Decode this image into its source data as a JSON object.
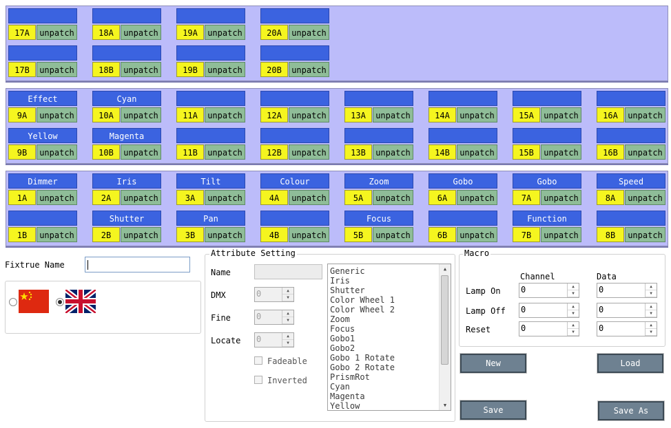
{
  "patch_label": "unpatch",
  "band1": {
    "rowA": [
      {
        "name": "",
        "ch": "17A"
      },
      {
        "name": "",
        "ch": "18A"
      },
      {
        "name": "",
        "ch": "19A"
      },
      {
        "name": "",
        "ch": "20A"
      }
    ],
    "rowB": [
      {
        "name": "",
        "ch": "17B"
      },
      {
        "name": "",
        "ch": "18B"
      },
      {
        "name": "",
        "ch": "19B"
      },
      {
        "name": "",
        "ch": "20B"
      }
    ]
  },
  "band2": {
    "rowA": [
      {
        "name": "Effect",
        "ch": "9A"
      },
      {
        "name": "Cyan",
        "ch": "10A"
      },
      {
        "name": "",
        "ch": "11A"
      },
      {
        "name": "",
        "ch": "12A"
      },
      {
        "name": "",
        "ch": "13A"
      },
      {
        "name": "",
        "ch": "14A"
      },
      {
        "name": "",
        "ch": "15A"
      },
      {
        "name": "",
        "ch": "16A"
      }
    ],
    "rowB": [
      {
        "name": "Yellow",
        "ch": "9B"
      },
      {
        "name": "Magenta",
        "ch": "10B"
      },
      {
        "name": "",
        "ch": "11B"
      },
      {
        "name": "",
        "ch": "12B"
      },
      {
        "name": "",
        "ch": "13B"
      },
      {
        "name": "",
        "ch": "14B"
      },
      {
        "name": "",
        "ch": "15B"
      },
      {
        "name": "",
        "ch": "16B"
      }
    ]
  },
  "band3": {
    "rowA": [
      {
        "name": "Dimmer",
        "ch": "1A"
      },
      {
        "name": "Iris",
        "ch": "2A"
      },
      {
        "name": "Tilt",
        "ch": "3A"
      },
      {
        "name": "Colour",
        "ch": "4A"
      },
      {
        "name": "Zoom",
        "ch": "5A"
      },
      {
        "name": "Gobo",
        "ch": "6A"
      },
      {
        "name": "Gobo",
        "ch": "7A"
      },
      {
        "name": "Speed",
        "ch": "8A"
      }
    ],
    "rowB": [
      {
        "name": "",
        "ch": "1B"
      },
      {
        "name": "Shutter",
        "ch": "2B"
      },
      {
        "name": "Pan",
        "ch": "3B"
      },
      {
        "name": "",
        "ch": "4B"
      },
      {
        "name": "Focus",
        "ch": "5B"
      },
      {
        "name": "",
        "ch": "6B"
      },
      {
        "name": "Function",
        "ch": "7B"
      },
      {
        "name": "",
        "ch": "8B"
      }
    ]
  },
  "fixture": {
    "label": "Fixtrue Name",
    "value": ""
  },
  "language": {
    "options": [
      "chinese-flag",
      "uk-flag"
    ],
    "selected": "uk-flag"
  },
  "attribute": {
    "title": "Attribute Setting",
    "name_label": "Name",
    "name_value": "",
    "dmx_label": "DMX",
    "dmx_value": "0",
    "fine_label": "Fine",
    "fine_value": "0",
    "locate_label": "Locate",
    "locate_value": "0",
    "fadeable_label": "Fadeable",
    "inverted_label": "Inverted",
    "list": [
      "Generic",
      "Iris",
      "Shutter",
      "Color Wheel 1",
      "Color Wheel 2",
      "Zoom",
      "Focus",
      "Gobo1",
      "Gobo2",
      "Gobo 1 Rotate",
      "Gobo 2 Rotate",
      "PrismRot",
      "Cyan",
      "Magenta",
      "Yellow"
    ]
  },
  "macro": {
    "title": "Macro",
    "channel_header": "Channel",
    "data_header": "Data",
    "rows": [
      {
        "label": "Lamp On",
        "channel": "0",
        "data": "0"
      },
      {
        "label": "Lamp Off",
        "channel": "0",
        "data": "0"
      },
      {
        "label": "Reset",
        "channel": "0",
        "data": "0"
      }
    ]
  },
  "buttons": {
    "new": "New",
    "load": "Load",
    "save": "Save",
    "save_as": "Save As"
  },
  "colors": {
    "band": "#bcbcfa",
    "name_cell": "#3b63e0",
    "channel_cell": "#f5f51f",
    "unpatch_cell": "#8fbd98",
    "button": "#6e8191"
  }
}
